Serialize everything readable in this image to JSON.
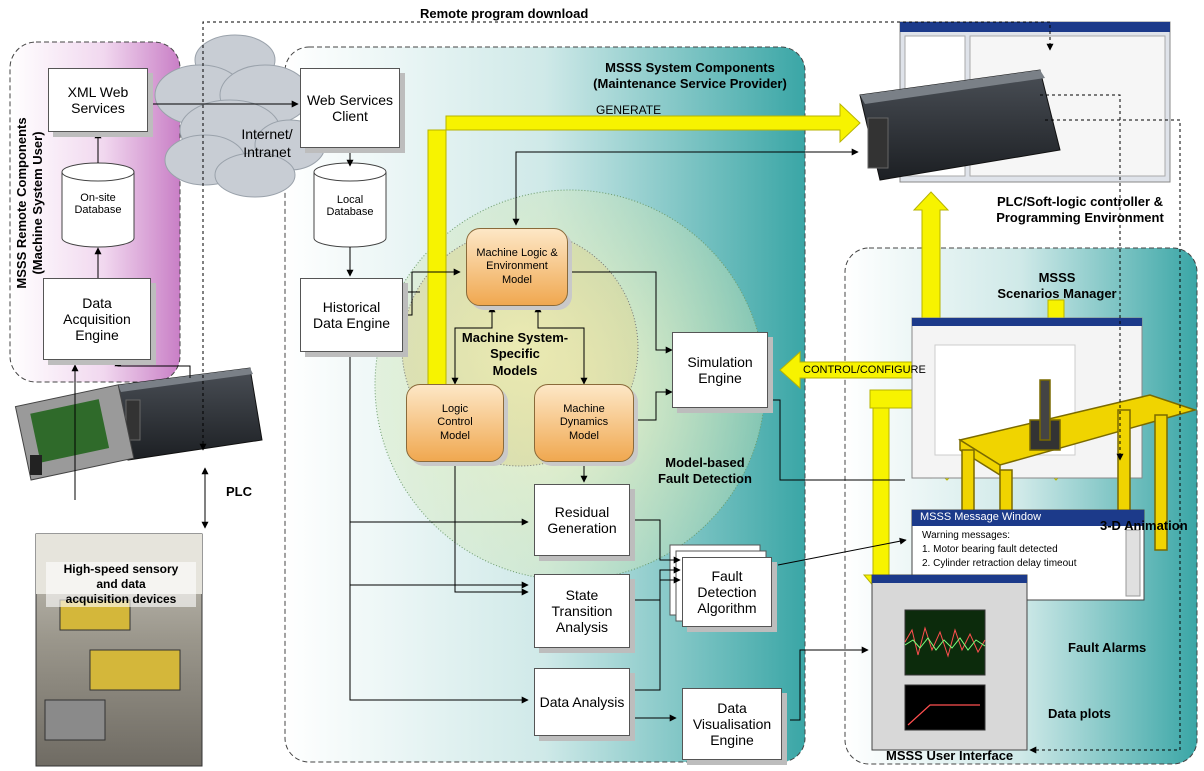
{
  "title": "Remote program download",
  "remote": {
    "label": "MSSS Remote Components\n(Machine System User)"
  },
  "system": {
    "label": "MSSS System Components\n(Maintenance Service Provider)"
  },
  "internet": {
    "label": "Internet/\nIntranet"
  },
  "boxes": {
    "xml_web_services": "XML Web\nServices",
    "onsite_database": "On-site\nDatabase",
    "data_acquisition_engine": "Data\nAcquisition\nEngine",
    "web_services_client": "Web Services\nClient",
    "local_database": "Local\nDatabase",
    "historical_data_engine": "Historical\nData Engine",
    "machine_logic_env": "Machine Logic &\nEnvironment\nModel",
    "logic_control_model": "Logic\nControl\nModel",
    "machine_dynamics_model": "Machine\nDynamics\nModel",
    "simulation_engine": "Simulation\nEngine",
    "residual_generation": "Residual\nGeneration",
    "state_transition": "State\nTransition\nAnalysis",
    "data_analysis": "Data Analysis",
    "fault_detection": "Fault\nDetection\nAlgorithm",
    "data_vis_engine": "Data\nVisualisation\nEngine"
  },
  "labels": {
    "generate": "GENERATE",
    "control_configure": "CONTROL/CONFIGURE",
    "machine_system_models": "Machine System-\nSpecific\nModels",
    "model_based_fault": "Model-based\nFault Detection",
    "plc": "PLC",
    "sensors": "High-speed sensory\nand data\nacquisition devices",
    "plc_soft_logic": "PLC/Soft-logic controller &\nProgramming Environment",
    "scenarios_manager": "MSSS\nScenarios Manager",
    "animation": "3-D Animation",
    "fault_alarms": "Fault Alarms",
    "data_plots": "Data plots",
    "user_interface": "MSSS User Interface"
  },
  "message_window": {
    "title": "MSSS Message Window",
    "lines": [
      "Warning messages:",
      "1. Motor bearing fault detected",
      "2. Cylinder retraction delay timeout"
    ]
  },
  "colors": {
    "remote_panel": "#c97fc6",
    "system_panel": "#3aa6a6",
    "arrow_yellow": "#f7f300",
    "model_orange": "#f0a850",
    "animation_frame": "#f0d400"
  }
}
